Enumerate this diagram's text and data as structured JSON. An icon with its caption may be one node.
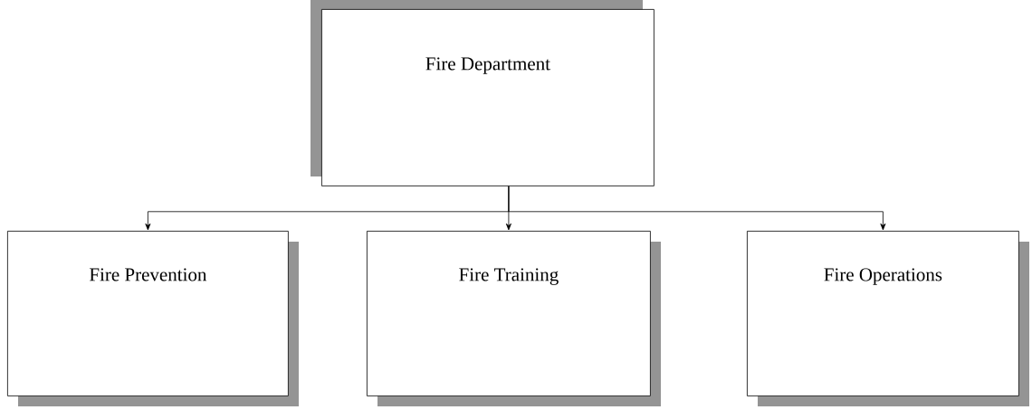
{
  "diagram": {
    "nodes": [
      {
        "text": [
          "Fire Department"
        ]
      },
      {
        "text": [
          "Fire Prevention"
        ]
      },
      {
        "text": [
          "Fire Training"
        ]
      },
      {
        "text": [
          "Fire Operations"
        ]
      }
    ],
    "edges": [
      {
        "from": 0,
        "to": 1,
        "arrow": "to"
      },
      {
        "from": 0,
        "to": 2,
        "arrow": "to"
      },
      {
        "from": 0,
        "to": 3,
        "arrow": "to"
      }
    ]
  }
}
